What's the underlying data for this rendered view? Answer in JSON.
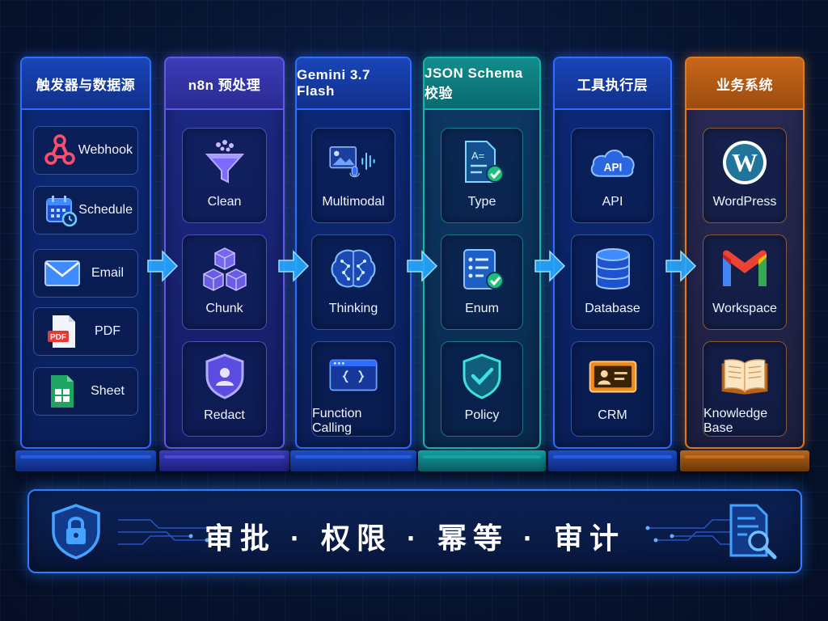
{
  "columns": [
    {
      "title": "触发器与数据源",
      "items": [
        "Webhook",
        "Schedule",
        "Email",
        "PDF",
        "Sheet"
      ],
      "icons": [
        "webhook-icon",
        "calendar-icon",
        "mail-icon",
        "pdf-icon",
        "sheet-icon"
      ]
    },
    {
      "title": "n8n 预处理",
      "items": [
        "Clean",
        "Chunk",
        "Redact"
      ],
      "icons": [
        "funnel-icon",
        "cubes-icon",
        "shield-user-icon"
      ]
    },
    {
      "title": "Gemini 3.7 Flash",
      "items": [
        "Multimodal",
        "Thinking",
        "Function Calling"
      ],
      "icons": [
        "multimodal-icon",
        "brain-icon",
        "code-window-icon"
      ]
    },
    {
      "title": "JSON Schema 校验",
      "items": [
        "Type",
        "Enum",
        "Policy"
      ],
      "icons": [
        "doc-check-icon",
        "list-check-icon",
        "shield-check-icon"
      ]
    },
    {
      "title": "工具执行层",
      "items": [
        "API",
        "Database",
        "CRM"
      ],
      "icons": [
        "api-cloud-icon",
        "database-icon",
        "crm-card-icon"
      ]
    },
    {
      "title": "业务系统",
      "items": [
        "WordPress",
        "Workspace",
        "Knowledge Base"
      ],
      "icons": [
        "wordpress-icon",
        "gmail-icon",
        "book-icon"
      ]
    }
  ],
  "api_cloud_text": "API",
  "pdf_text": "PDF",
  "bottom": {
    "title": "审批 · 权限 · 幂等 · 审计",
    "left_icon": "lock-shield-icon",
    "right_icon": "doc-search-icon"
  },
  "colors": {
    "blue": "#2f6dff",
    "indigo": "#5b4de0",
    "teal": "#18b3b0",
    "orange": "#e07a1f",
    "arrow": "#28a8ff"
  }
}
